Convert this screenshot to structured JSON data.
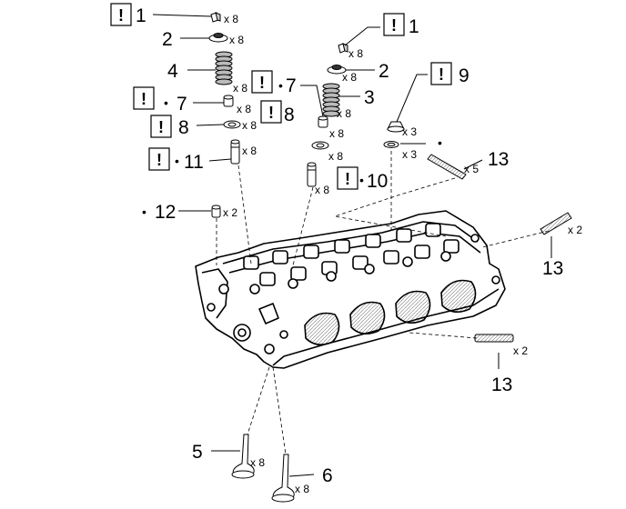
{
  "callouts": {
    "c1a": "1",
    "c1b": "1",
    "c2a": "2",
    "c2b": "2",
    "c3": "3",
    "c4": "4",
    "c5": "5",
    "c6": "6",
    "c7a": "7",
    "c7b": "7",
    "c8a": "8",
    "c8b": "8",
    "c9": "9",
    "c10": "10",
    "c11": "11",
    "c12": "12",
    "c13a": "13",
    "c13b": "13",
    "c13c": "13"
  },
  "quantities": {
    "q1a": "x 8",
    "q1b": "x 8",
    "q2a": "x 8",
    "q2b": "x 8",
    "q3": "x 8",
    "q4": "x 8",
    "q5": "x 8",
    "q6": "x 8",
    "q7a": "x 8",
    "q7b": "x 8",
    "q8a": "x 8",
    "q8b": "x 8",
    "q9": "x 3",
    "q9b": "x 3",
    "q10": "x 8",
    "q11": "x 8",
    "q12": "x 2",
    "q13a": "x 5",
    "q13b": "x 2",
    "q13c": "x 2"
  },
  "marks": {
    "warning": "!",
    "bullet": "•"
  },
  "colors": {
    "line": "#000000",
    "part_fill": "#ffffff",
    "shade": "#d8d8d8"
  }
}
